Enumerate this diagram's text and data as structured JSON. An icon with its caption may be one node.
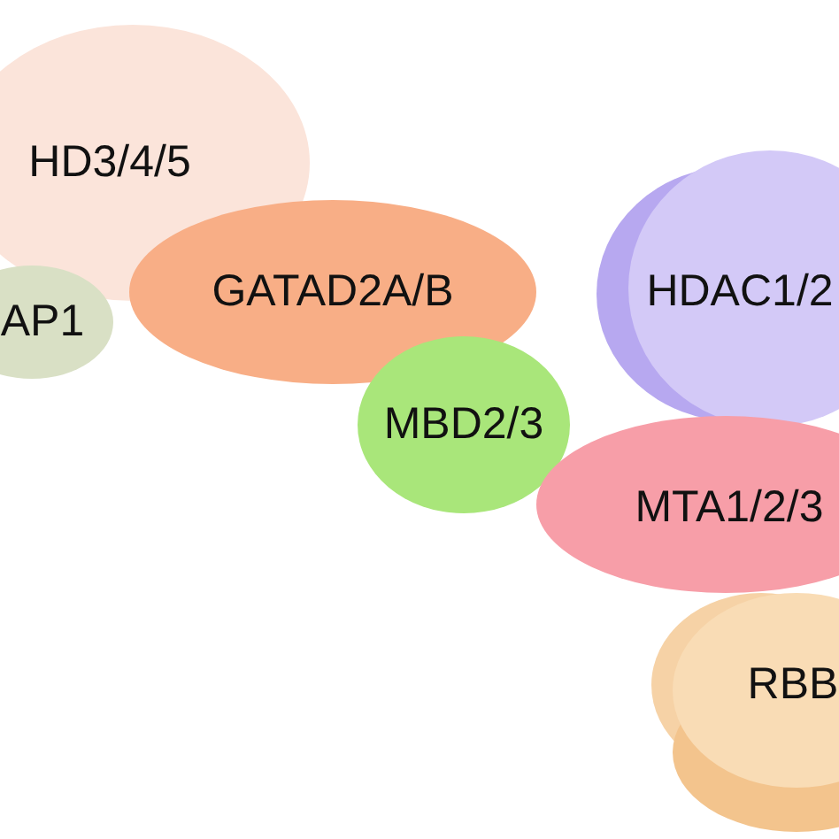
{
  "diagram": {
    "nodes": [
      {
        "text": [
          "HD3/4/5"
        ]
      },
      {
        "text": [
          "AP1"
        ]
      },
      {
        "text": [
          "GATAD2A/B"
        ]
      },
      {
        "text": [
          "MBD2/3"
        ]
      },
      {
        "text": [
          "HDAC1/2"
        ]
      },
      {
        "text": [
          "MTA1/2/3"
        ]
      },
      {
        "text": [
          "RBB"
        ]
      }
    ]
  }
}
